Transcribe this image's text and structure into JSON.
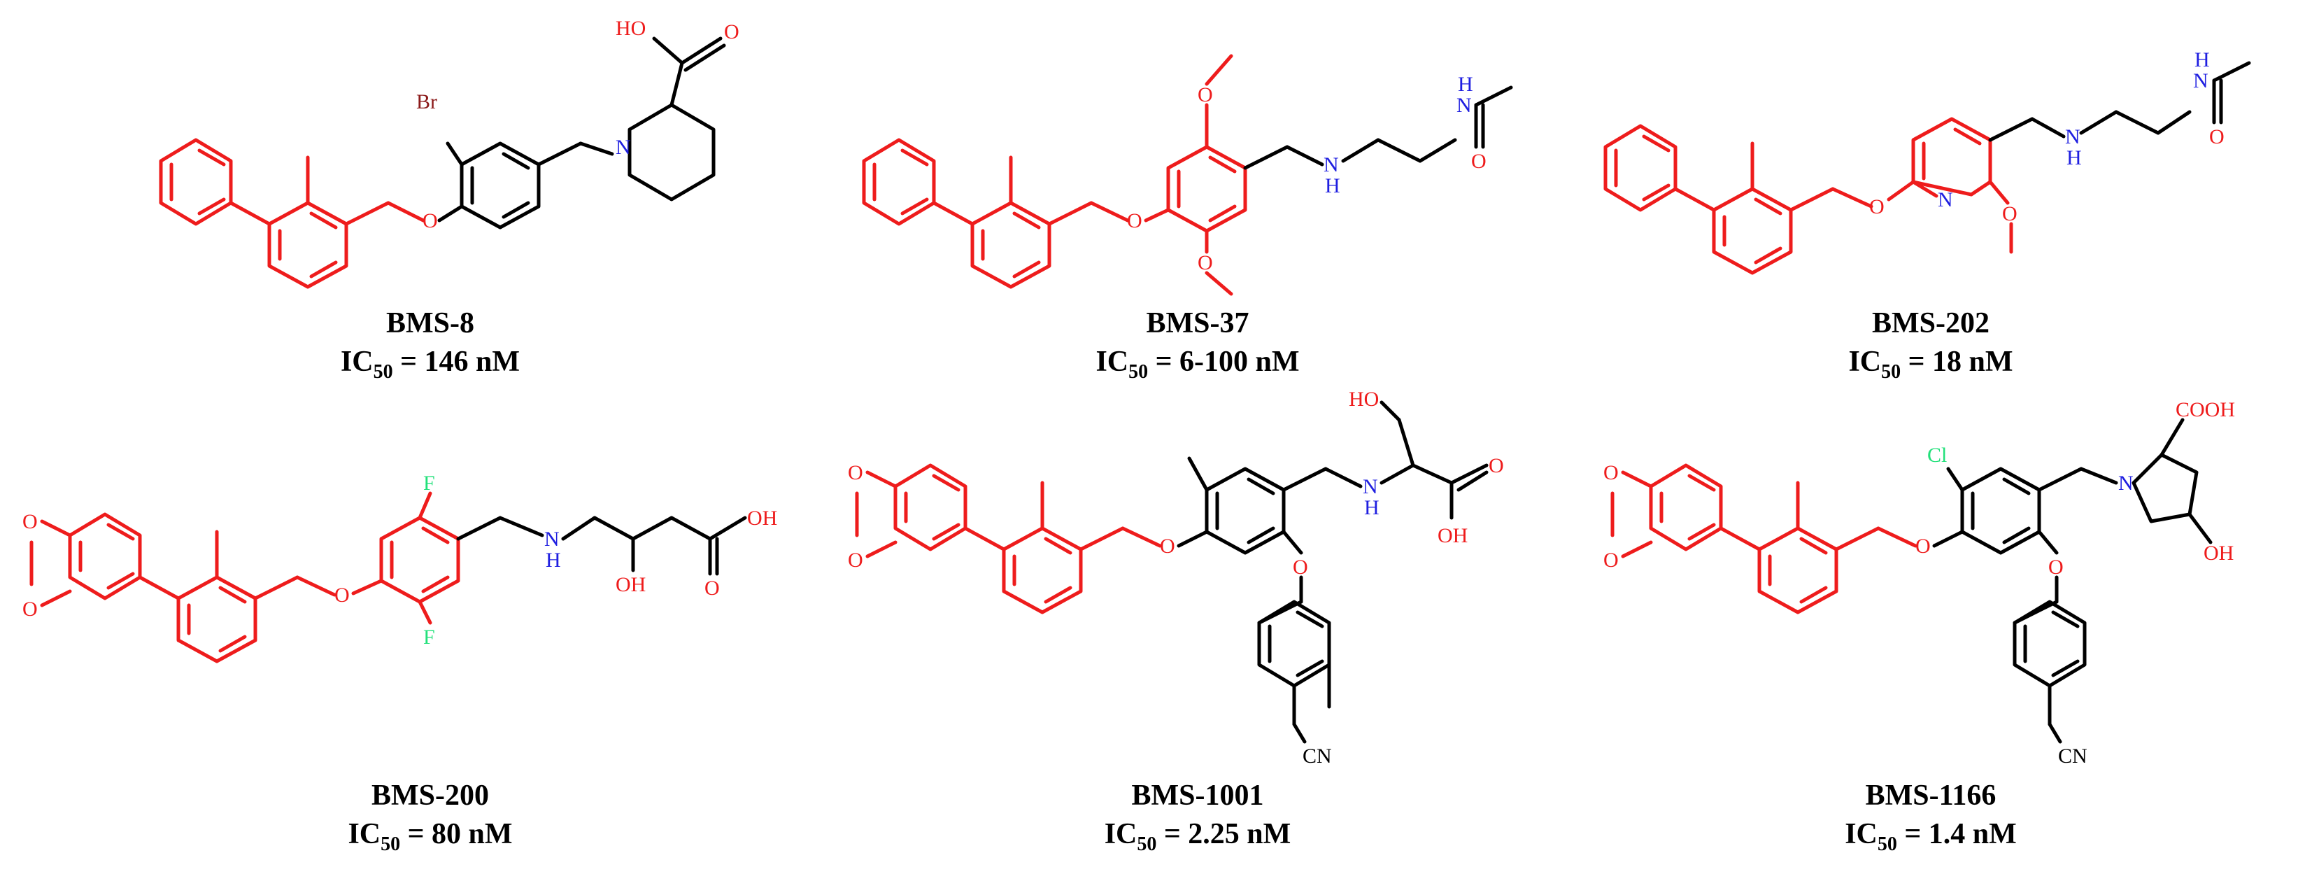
{
  "colors": {
    "core": "#ee1c1c",
    "chain": "#000000",
    "nitrogen": "#1f1fe0",
    "bromine": "#8b1a1a",
    "halogen_light": "#22e07a",
    "oxygen": "#ee1c1c"
  },
  "compounds": [
    {
      "name": "BMS-8",
      "ic_prefix": "IC",
      "ic_sub": "50",
      "ic_value": " = 146 nM",
      "atoms": {
        "acid": "HO",
        "carbonyl_o": "O",
        "br": "Br",
        "ether_o": "O",
        "n": "N"
      }
    },
    {
      "name": "BMS-37",
      "ic_prefix": "IC",
      "ic_sub": "50",
      "ic_value": " = 6-100  nM",
      "atoms": {
        "ether_o": "O",
        "ome_top": "O",
        "ome_bottom": "O",
        "nh_1": "N",
        "h_1": "H",
        "nh_2": "N",
        "h_2": "H",
        "amide_o": "O"
      }
    },
    {
      "name": "BMS-202",
      "ic_prefix": "IC",
      "ic_sub": "50",
      "ic_value": " = 18  nM",
      "atoms": {
        "ether_o": "O",
        "pyr_n": "N",
        "ome": "O",
        "nh_1": "N",
        "h_1": "H",
        "nh_2": "N",
        "h_2": "H",
        "amide_o": "O"
      }
    },
    {
      "name": "BMS-200",
      "ic_prefix": "IC",
      "ic_sub": "50",
      "ic_value": " = 80 nM",
      "atoms": {
        "diox_o1": "O",
        "diox_o2": "O",
        "ether_o": "O",
        "f_top": "F",
        "f_bottom": "F",
        "n": "N",
        "h": "H",
        "oh": "OH",
        "acid_oh": "OH",
        "acid_o": "O"
      }
    },
    {
      "name": "BMS-1001",
      "ic_prefix": "IC",
      "ic_sub": "50",
      "ic_value": " = 2.25 nM",
      "atoms": {
        "diox_o1": "O",
        "diox_o2": "O",
        "ether_o": "O",
        "ether_o2": "O",
        "ho": "HO",
        "n": "N",
        "h": "H",
        "acid_o": "O",
        "acid_oh": "OH",
        "cn": "CN"
      }
    },
    {
      "name": "BMS-1166",
      "ic_prefix": "IC",
      "ic_sub": "50",
      "ic_value": " = 1.4 nM",
      "atoms": {
        "diox_o1": "O",
        "diox_o2": "O",
        "ether_o": "O",
        "ether_o2": "O",
        "cl": "Cl",
        "n": "N",
        "cooh": "COOH",
        "oh": "OH",
        "cn": "CN"
      }
    }
  ]
}
